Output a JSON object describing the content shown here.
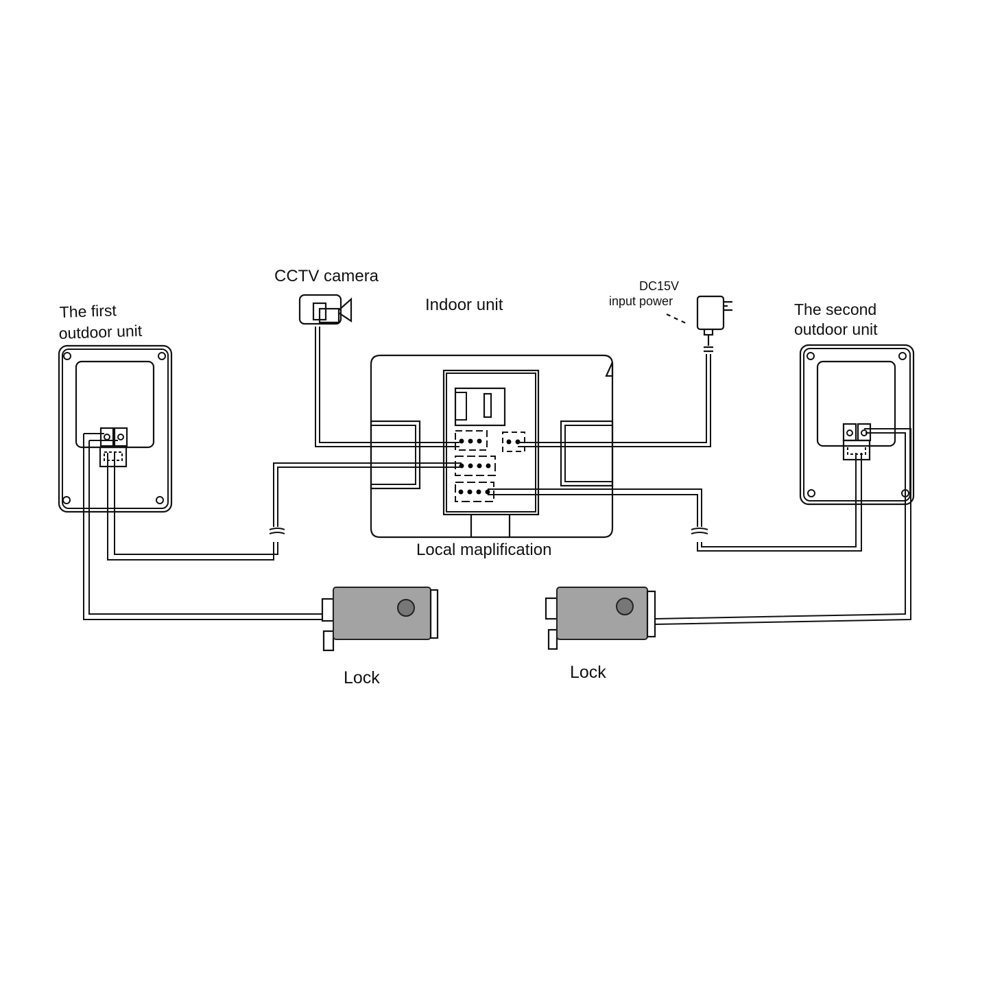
{
  "labels": {
    "cctv": "CCTV  camera",
    "indoor_unit": "Indoor unit",
    "power_line1": "DC15V",
    "power_line2": "input power",
    "first_outdoor_line1": "The first",
    "first_outdoor_line2": "outdoor unit",
    "second_outdoor_line1": "The second",
    "second_outdoor_line2": "outdoor unit",
    "local": "Local maplification",
    "lock_left": "Lock",
    "lock_right": "Lock"
  },
  "colors": {
    "line": "#111111",
    "lock": "#a3a3a3"
  }
}
